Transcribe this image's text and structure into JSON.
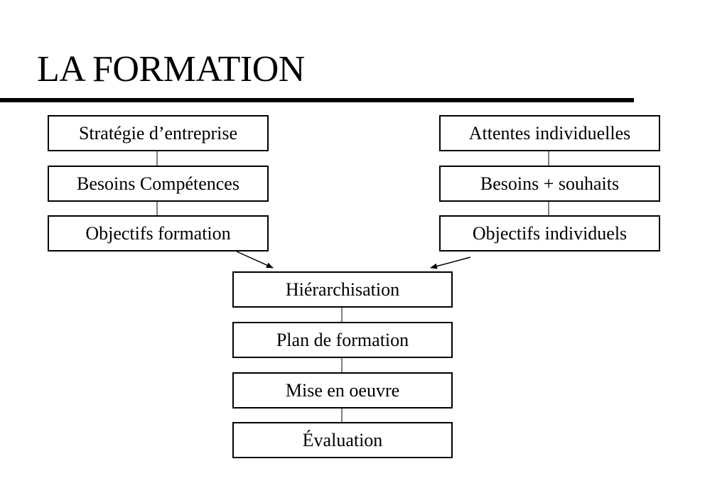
{
  "title": "LA FORMATION",
  "left_column": {
    "box1": "Stratégie d’entreprise",
    "box2": "Besoins Compétences",
    "box3": "Objectifs formation"
  },
  "right_column": {
    "box1": "Attentes individuelles",
    "box2": "Besoins + souhaits",
    "box3": "Objectifs individuels"
  },
  "center_column": {
    "box1": "Hiérarchisation",
    "box2": "Plan de formation",
    "box3": "Mise en oeuvre",
    "box4": "Évaluation"
  }
}
